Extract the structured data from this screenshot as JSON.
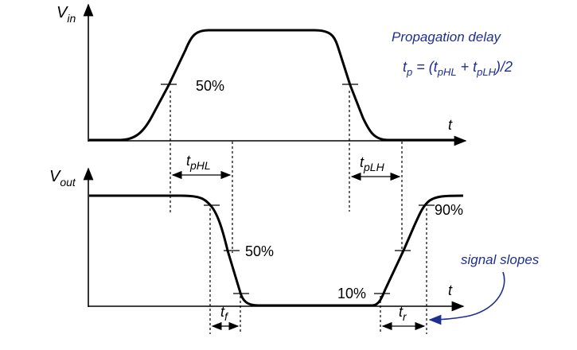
{
  "labels": {
    "vin_main": "V",
    "vin_sub": "in",
    "vout_main": "V",
    "vout_sub": "out",
    "t_axis_top": "t",
    "t_axis_bottom": "t",
    "pct_50_top": "50%",
    "pct_50_bottom": "50%",
    "pct_90": "90%",
    "pct_10": "10%",
    "tphl_main": "t",
    "tphl_sub": "pHL",
    "tplh_main": "t",
    "tplh_sub": "pLH",
    "tf_main": "t",
    "tf_sub": "f",
    "tr_main": "t",
    "tr_sub": "r"
  },
  "annotations": {
    "title": "Propagation delay",
    "formula": {
      "tp": "t",
      "tp_sub": "p",
      "eq": " = (",
      "t1": "t",
      "t1_sub": "pHL",
      "plus": " + ",
      "t2": "t",
      "t2_sub": "pLH",
      "tail": ")/2"
    },
    "signal_slopes": "signal slopes"
  },
  "colors": {
    "annotation": "#1f2f8f",
    "waveform": "#000000"
  }
}
